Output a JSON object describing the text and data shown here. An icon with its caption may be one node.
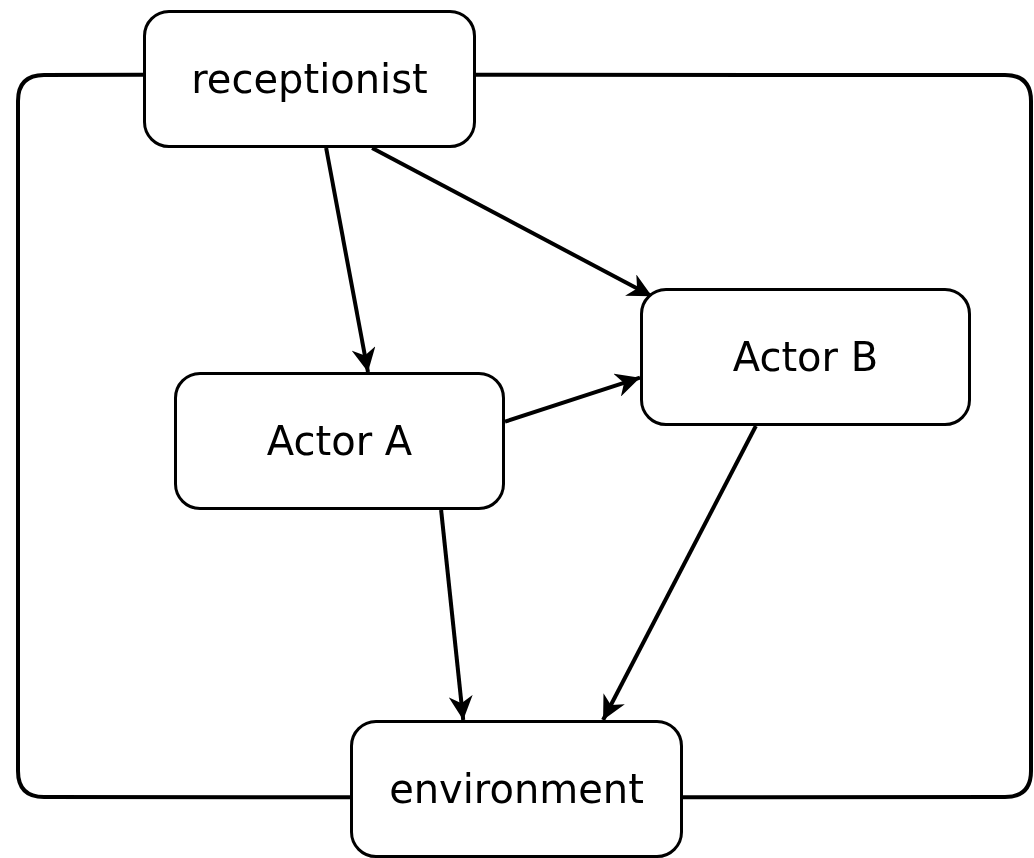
{
  "diagram": {
    "nodes": [
      {
        "text": [
          "receptionist"
        ]
      },
      {
        "text": [
          "Actor B"
        ]
      },
      {
        "text": [
          "Actor A"
        ]
      },
      {
        "text": [
          "environment"
        ]
      }
    ],
    "edges": [
      {
        "from": 0,
        "to": 2,
        "arrow": "to"
      },
      {
        "from": 0,
        "to": 1,
        "arrow": "to"
      },
      {
        "from": 2,
        "to": 1,
        "arrow": "to"
      },
      {
        "from": 2,
        "to": 3,
        "arrow": "to"
      },
      {
        "from": 1,
        "to": 3,
        "arrow": "to"
      },
      {
        "from": 0,
        "to": 3,
        "arrow": "none"
      },
      {
        "from": 0,
        "to": 3,
        "arrow": "none"
      }
    ]
  }
}
